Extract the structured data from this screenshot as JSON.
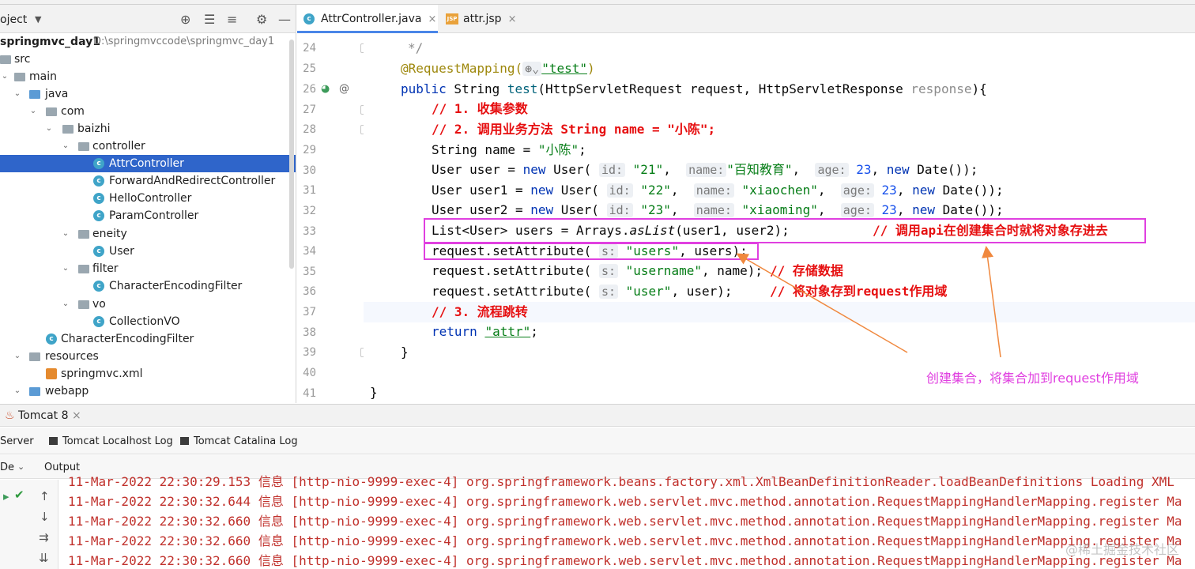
{
  "project": {
    "title": "oject",
    "tree": [
      {
        "label": "springmvc_day1",
        "path": "D:\\springmvccode\\springmvc_day1",
        "kind": "module"
      },
      {
        "label": "src",
        "kind": "folder"
      },
      {
        "label": "main",
        "kind": "folder"
      },
      {
        "label": "java",
        "kind": "source"
      },
      {
        "label": "com",
        "kind": "package"
      },
      {
        "label": "baizhi",
        "kind": "package"
      },
      {
        "label": "controller",
        "kind": "package"
      },
      {
        "label": "AttrController",
        "kind": "class"
      },
      {
        "label": "ForwardAndRedirectController",
        "kind": "class"
      },
      {
        "label": "HelloController",
        "kind": "class"
      },
      {
        "label": "ParamController",
        "kind": "class"
      },
      {
        "label": "eneity",
        "kind": "package"
      },
      {
        "label": "User",
        "kind": "class"
      },
      {
        "label": "filter",
        "kind": "package"
      },
      {
        "label": "CharacterEncodingFilter",
        "kind": "class"
      },
      {
        "label": "vo",
        "kind": "package"
      },
      {
        "label": "CollectionVO",
        "kind": "class"
      },
      {
        "label": "CharacterEncodingFilter",
        "kind": "class"
      },
      {
        "label": "resources",
        "kind": "folder"
      },
      {
        "label": "springmvc.xml",
        "kind": "xml"
      },
      {
        "label": "webapp",
        "kind": "folder"
      }
    ]
  },
  "editor": {
    "tabs": [
      {
        "label": "AttrController.java",
        "active": true
      },
      {
        "label": "attr.jsp",
        "active": false
      }
    ],
    "line_numbers": [
      "24",
      "25",
      "26",
      "27",
      "28",
      "29",
      "30",
      "31",
      "32",
      "33",
      "34",
      "35",
      "36",
      "37",
      "38",
      "39",
      "40",
      "41"
    ],
    "code": {
      "l24": "*/",
      "l25_ann": "@RequestMapping(",
      "l25_str": "\"test\"",
      "l26_a": "public",
      "l26_b": " String ",
      "l26_c": "test",
      "l26_d": "(HttpServletRequest request, HttpServletResponse ",
      "l26_e": "response",
      "l26_f": "){",
      "l27": "// 1. 收集参数",
      "l28": "// 2. 调用业务方法 String name = \"小陈\";",
      "l29_a": "String name = ",
      "l29_b": "\"小陈\"",
      "l29_c": ";",
      "l30": [
        "User user = ",
        "new",
        " User(",
        "id:",
        "\"21\"",
        ", ",
        "name:",
        "\"百知教育\"",
        ", ",
        "age:",
        "23",
        ", ",
        "new",
        " Date());"
      ],
      "l31": [
        "User user1 = ",
        "new",
        " User(",
        "id:",
        "\"22\"",
        ", ",
        "name:",
        "\"xiaochen\"",
        ", ",
        "age:",
        "23",
        ", ",
        "new",
        " Date());"
      ],
      "l32": [
        "User user2 = ",
        "new",
        " User(",
        "id:",
        "\"23\"",
        ", ",
        "name:",
        "\"xiaoming\"",
        ", ",
        "age:",
        "23",
        ", ",
        "new",
        " Date());"
      ],
      "l33_a": "List<User> users = Arrays.",
      "l33_b": "asList",
      "l33_c": "(user1, user2);",
      "l33_cm": "// 调用api在创建集合时就将对象存进去",
      "l34_a": "request.setAttribute(",
      "l34_h": "s:",
      "l34_s": "\"users\"",
      "l34_b": ", users);",
      "l35_a": "request.setAttribute(",
      "l35_h": "s:",
      "l35_s": "\"username\"",
      "l35_b": ", name);",
      "l35_cm": "// 存储数据",
      "l36_a": "request.setAttribute(",
      "l36_h": "s:",
      "l36_s": "\"user\"",
      "l36_b": ", user);",
      "l36_cm": "// 将对象存到request作用域",
      "l37": "// 3. 流程跳转",
      "l38_a": "return",
      "l38_s": "\"attr\"",
      "l38_b": ";",
      "l39": "}",
      "l41": "}"
    },
    "annotation": "创建集合，将集合加到request作用域"
  },
  "bottom": {
    "run_tab": "Tomcat 8",
    "subtabs": [
      "Server",
      "Tomcat Localhost Log",
      "Tomcat Catalina Log"
    ],
    "left_label": "De",
    "output_label": "Output",
    "logs": [
      "11-Mar-2022 22:30:29.153 信息 [http-nio-9999-exec-4] org.springframework.beans.factory.xml.XmlBeanDefinitionReader.loadBeanDefinitions Loading XML",
      "11-Mar-2022 22:30:32.644 信息 [http-nio-9999-exec-4] org.springframework.web.servlet.mvc.method.annotation.RequestMappingHandlerMapping.register Ma",
      "11-Mar-2022 22:30:32.660 信息 [http-nio-9999-exec-4] org.springframework.web.servlet.mvc.method.annotation.RequestMappingHandlerMapping.register Ma",
      "11-Mar-2022 22:30:32.660 信息 [http-nio-9999-exec-4] org.springframework.web.servlet.mvc.method.annotation.RequestMappingHandlerMapping.register Ma",
      "11-Mar-2022 22:30:32.660 信息 [http-nio-9999-exec-4] org.springframework.web.servlet.mvc.method.annotation.RequestMappingHandlerMapping.register Ma"
    ],
    "watermark": "@稀土掘金技术社区"
  },
  "colors": {
    "selection": "#2f65ca",
    "annotation_magenta": "#e040e0",
    "arrow_orange": "#f0883e",
    "log_red": "#c0302b"
  }
}
